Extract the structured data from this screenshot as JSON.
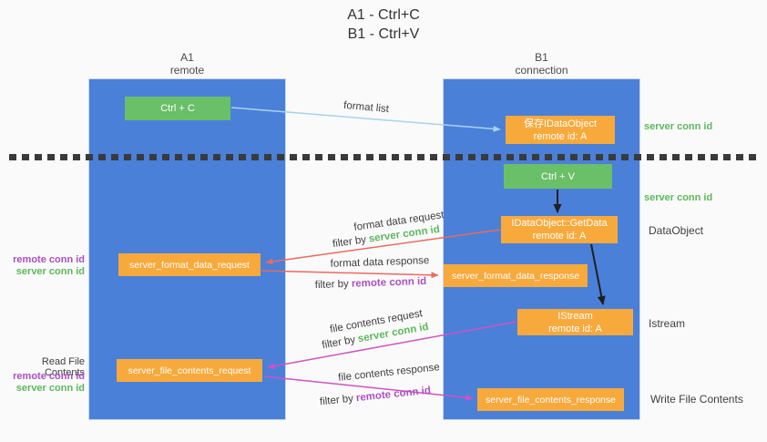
{
  "title": {
    "line1": "A1 - Ctrl+C",
    "line2": "B1 - Ctrl+V"
  },
  "lifelines": {
    "a1": {
      "name": "A1",
      "role": "remote"
    },
    "b1": {
      "name": "B1",
      "role": "connection"
    }
  },
  "nodes": {
    "ctrl_c": {
      "label": "Ctrl + C"
    },
    "save_idataobject": {
      "line1": "保存IDataObject",
      "line2": "remote id: A"
    },
    "ctrl_v": {
      "label": "Ctrl + V"
    },
    "getdata": {
      "line1": "IDataObject::GetData",
      "line2": "remote id: A"
    },
    "istream": {
      "line1": "IStream",
      "line2": "remote id: A"
    },
    "server_format_data_request": {
      "label": "server_format_data_request"
    },
    "server_format_data_response": {
      "label": "server_format_data_response"
    },
    "server_file_contents_request": {
      "label": "server_file_contents_request"
    },
    "server_file_contents_response": {
      "label": "server_file_contents_response"
    }
  },
  "arrow_labels": {
    "format_list": "format list",
    "format_data_request": {
      "title": "format data request",
      "filter_prefix": "filter by",
      "filter_value": "server conn id"
    },
    "format_data_response": {
      "title": "format data response",
      "filter_prefix": "filter by",
      "filter_value": "remote conn id"
    },
    "file_contents_request": {
      "title": "file contents request",
      "filter_prefix": "filter by",
      "filter_value": "server conn id"
    },
    "file_contents_response": {
      "title": "file contents response",
      "filter_prefix": "filter by",
      "filter_value": "remote conn id"
    }
  },
  "side_labels": {
    "server_conn_id_top": "server conn id",
    "server_conn_id_mid": "server conn id",
    "dataobject": "DataObject",
    "istream": "Istream",
    "write_file_contents": "Write File Contents",
    "read_file_contents": "Read File Contents",
    "format_remote_conn_id": "remote conn id",
    "format_server_conn_id": "server conn id",
    "file_remote_conn_id": "remote conn id",
    "file_server_conn_id": "server conn id"
  },
  "colors": {
    "lifeline_blue": "#4a80d8",
    "action_green": "#6abf69",
    "message_orange": "#f7a93c",
    "arrow_blue": "#a8d2ee",
    "arrow_red": "#ec6a60",
    "arrow_magenta": "#cf53c3",
    "label_green": "#5cb85c",
    "label_purple": "#ab50c4",
    "text_dark": "#3f3f3f"
  }
}
